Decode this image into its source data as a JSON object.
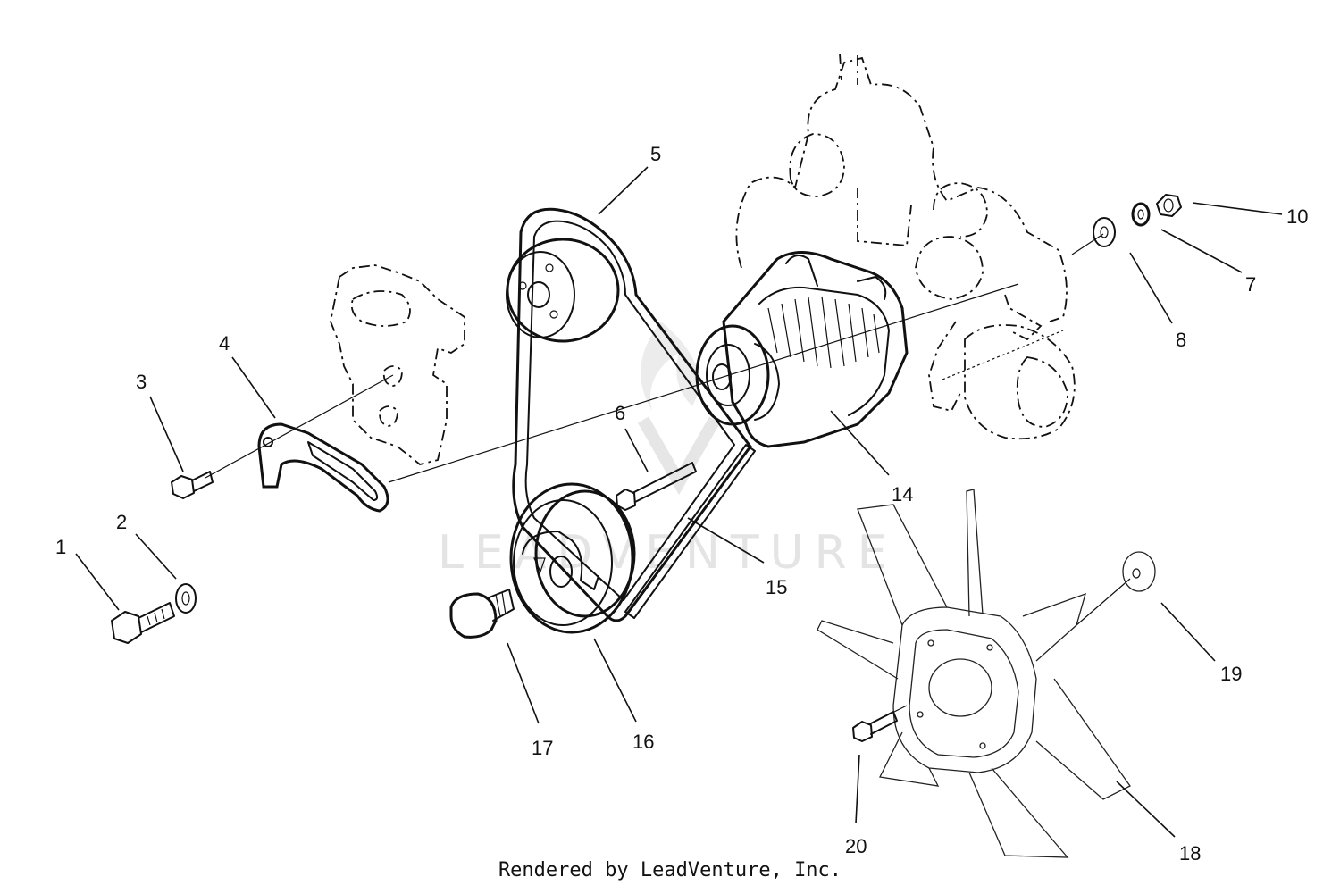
{
  "footer": {
    "credit": "Rendered by LeadVenture, Inc."
  },
  "watermark": {
    "text": "LEADVENTURE"
  },
  "callouts": [
    "1",
    "2",
    "3",
    "4",
    "5",
    "6",
    "7",
    "8",
    "10",
    "14",
    "15",
    "16",
    "17",
    "18",
    "19",
    "20"
  ]
}
